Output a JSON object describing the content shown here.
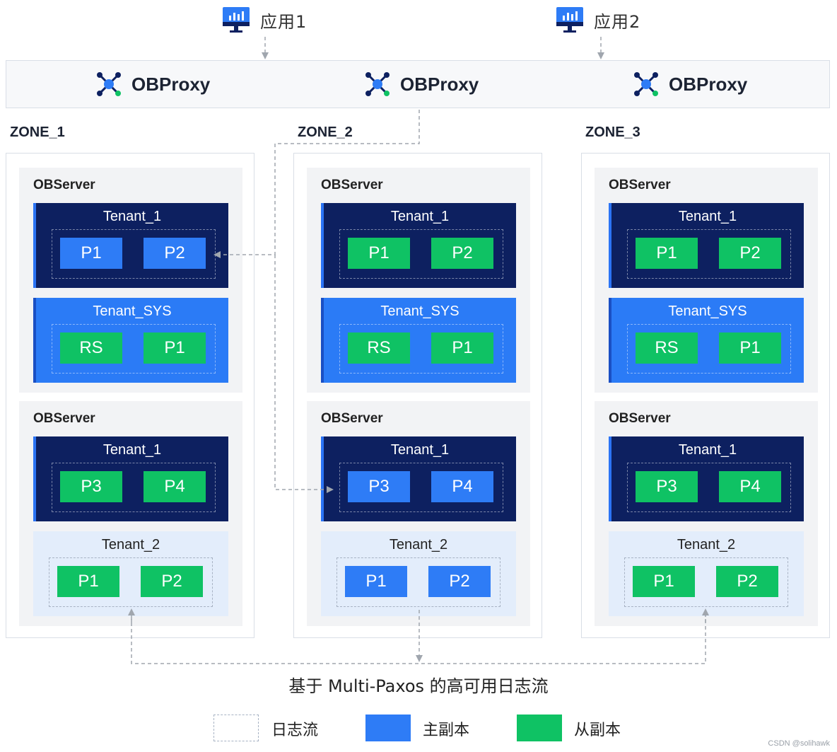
{
  "apps": [
    {
      "label": "应用1",
      "icon": "monitor-chart-icon"
    },
    {
      "label": "应用2",
      "icon": "monitor-chart-icon"
    }
  ],
  "proxies": [
    {
      "label": "OBProxy",
      "icon": "proxy-network-icon"
    },
    {
      "label": "OBProxy",
      "icon": "proxy-network-icon"
    },
    {
      "label": "OBProxy",
      "icon": "proxy-network-icon"
    }
  ],
  "zones": [
    {
      "title": "ZONE_1",
      "servers": [
        {
          "title": "OBServer",
          "tenants": [
            {
              "name": "Tenant_1",
              "style": "dark",
              "replicas": [
                {
                  "label": "P1",
                  "role": "primary"
                },
                {
                  "label": "P2",
                  "role": "primary"
                }
              ]
            },
            {
              "name": "Tenant_SYS",
              "style": "blue",
              "replicas": [
                {
                  "label": "RS",
                  "role": "follower"
                },
                {
                  "label": "P1",
                  "role": "follower"
                }
              ]
            }
          ]
        },
        {
          "title": "OBServer",
          "tenants": [
            {
              "name": "Tenant_1",
              "style": "dark",
              "replicas": [
                {
                  "label": "P3",
                  "role": "follower"
                },
                {
                  "label": "P4",
                  "role": "follower"
                }
              ]
            },
            {
              "name": "Tenant_2",
              "style": "light",
              "replicas": [
                {
                  "label": "P1",
                  "role": "follower"
                },
                {
                  "label": "P2",
                  "role": "follower"
                }
              ]
            }
          ]
        }
      ]
    },
    {
      "title": "ZONE_2",
      "servers": [
        {
          "title": "OBServer",
          "tenants": [
            {
              "name": "Tenant_1",
              "style": "dark",
              "replicas": [
                {
                  "label": "P1",
                  "role": "follower"
                },
                {
                  "label": "P2",
                  "role": "follower"
                }
              ]
            },
            {
              "name": "Tenant_SYS",
              "style": "blue",
              "replicas": [
                {
                  "label": "RS",
                  "role": "follower"
                },
                {
                  "label": "P1",
                  "role": "follower"
                }
              ]
            }
          ]
        },
        {
          "title": "OBServer",
          "tenants": [
            {
              "name": "Tenant_1",
              "style": "dark",
              "replicas": [
                {
                  "label": "P3",
                  "role": "primary"
                },
                {
                  "label": "P4",
                  "role": "primary"
                }
              ]
            },
            {
              "name": "Tenant_2",
              "style": "light",
              "replicas": [
                {
                  "label": "P1",
                  "role": "primary"
                },
                {
                  "label": "P2",
                  "role": "primary"
                }
              ]
            }
          ]
        }
      ]
    },
    {
      "title": "ZONE_3",
      "servers": [
        {
          "title": "OBServer",
          "tenants": [
            {
              "name": "Tenant_1",
              "style": "dark",
              "replicas": [
                {
                  "label": "P1",
                  "role": "follower"
                },
                {
                  "label": "P2",
                  "role": "follower"
                }
              ]
            },
            {
              "name": "Tenant_SYS",
              "style": "blue",
              "replicas": [
                {
                  "label": "RS",
                  "role": "follower"
                },
                {
                  "label": "P1",
                  "role": "follower"
                }
              ]
            }
          ]
        },
        {
          "title": "OBServer",
          "tenants": [
            {
              "name": "Tenant_1",
              "style": "dark",
              "replicas": [
                {
                  "label": "P3",
                  "role": "follower"
                },
                {
                  "label": "P4",
                  "role": "follower"
                }
              ]
            },
            {
              "name": "Tenant_2",
              "style": "light",
              "replicas": [
                {
                  "label": "P1",
                  "role": "follower"
                },
                {
                  "label": "P2",
                  "role": "follower"
                }
              ]
            }
          ]
        }
      ]
    }
  ],
  "caption": "基于 Multi-Paxos 的高可用日志流",
  "legend": [
    {
      "label": "日志流",
      "kind": "dashed-outline"
    },
    {
      "label": "主副本",
      "kind": "primary",
      "color": "#2e7cf6"
    },
    {
      "label": "从副本",
      "kind": "follower",
      "color": "#0fc264"
    }
  ],
  "colors": {
    "primary": "#2e7cf6",
    "follower": "#0fc264",
    "tenant_dark": "#0d2060",
    "tenant_blue": "#2b7bf6",
    "tenant_light": "#e3edfb"
  },
  "watermark": "CSDN @solihawk"
}
